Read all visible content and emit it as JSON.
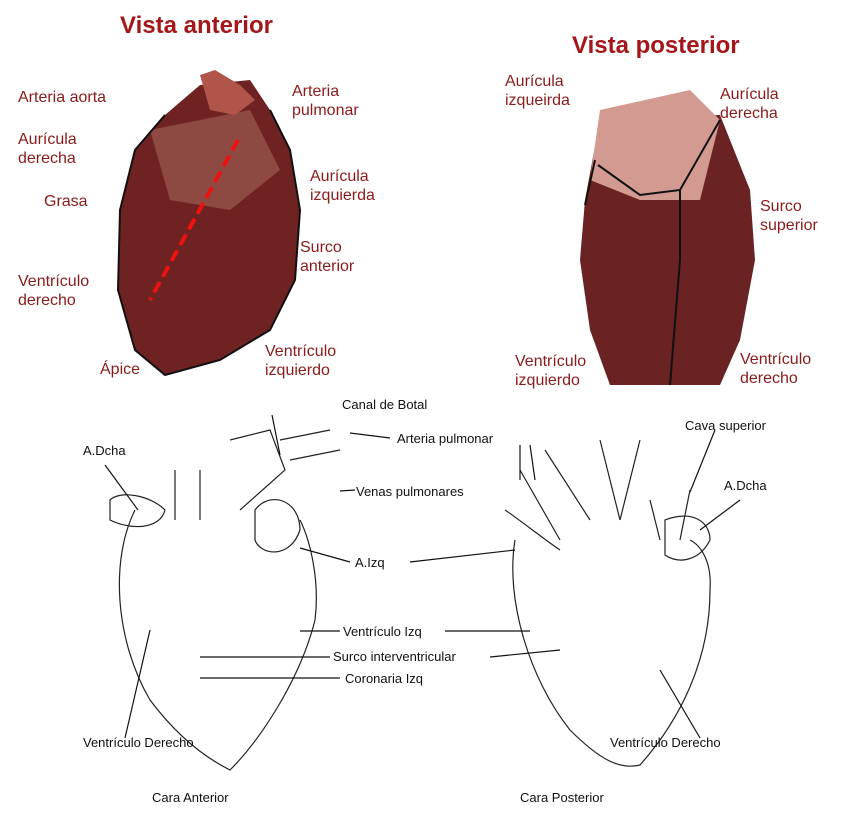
{
  "anterior": {
    "title": "Vista anterior",
    "labels": {
      "aorta": "Arteria aorta",
      "pulmonar_1": "Arteria",
      "pulmonar_2": "pulmonar",
      "auricula_der_1": "Aurícula",
      "auricula_der_2": "derecha",
      "auricula_izq_1": "Aurícula",
      "auricula_izq_2": "izquierda",
      "grasa": "Grasa",
      "surco_1": "Surco",
      "surco_2": "anterior",
      "ventriculo_der_1": "Ventrículo",
      "ventriculo_der_2": "derecho",
      "ventriculo_izq_1": "Ventrículo",
      "ventriculo_izq_2": "izquierdo",
      "apice": "Ápice"
    }
  },
  "posterior": {
    "title": "Vista posterior",
    "labels": {
      "auricula_izq_1": "Aurícula",
      "auricula_izq_2": "izqueirda",
      "auricula_der_1": "Aurícula",
      "auricula_der_2": "derecha",
      "surco_1": "Surco",
      "surco_2": "superior",
      "ventriculo_izq_1": "Ventrículo",
      "ventriculo_izq_2": "izquierdo",
      "ventriculo_der_1": "Ventrículo",
      "ventriculo_der_2": "derecho"
    }
  },
  "drawing": {
    "canal_botal": "Canal de Botal",
    "arteria_pulmonar": "Arteria pulmonar",
    "a_dcha_left": "A.Dcha",
    "venas_pulmonares": "Venas pulmonares",
    "a_izq": "A.Izq",
    "cava_superior": "Cava superior",
    "a_dcha_right": "A.Dcha",
    "ventriculo_izq": "Ventrículo Izq",
    "surco_interventricular": "Surco interventricular",
    "coronaria_izq": "Coronaria Izq",
    "ventriculo_derecho_left": "Ventrículo Derecho",
    "ventriculo_derecho_right": "Ventrículo Derecho",
    "cara_anterior": "Cara Anterior",
    "cara_posterior": "Cara Posterior"
  }
}
